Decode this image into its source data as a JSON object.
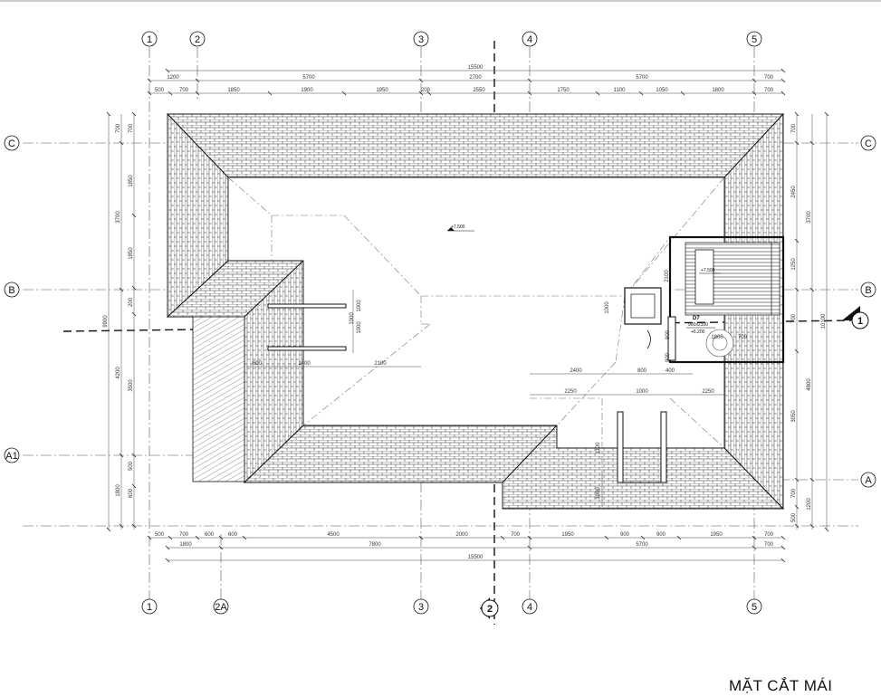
{
  "title": "MẶT CẮT MÁI",
  "grid_top": [
    "1",
    "2",
    "3",
    "4",
    "5"
  ],
  "grid_bottom": [
    "1",
    "2A",
    "3",
    "4",
    "5"
  ],
  "grid_left": [
    "C",
    "B",
    "A1"
  ],
  "grid_right": [
    "C",
    "B",
    "A"
  ],
  "section_marks": [
    "1",
    "2"
  ],
  "dims_top": {
    "overall": "15500",
    "row2": [
      "1200",
      "5700",
      "2700",
      "5700",
      "700"
    ],
    "row3": [
      "500",
      "700",
      "1850",
      "1900",
      "1950",
      "200",
      "2550",
      "1750",
      "1100",
      "1050",
      "1800",
      "700"
    ]
  },
  "dims_bottom": {
    "row1": [
      "500",
      "700",
      "600",
      "600",
      "4500",
      "2000",
      "700",
      "1950",
      "900",
      "900",
      "1950",
      "700"
    ],
    "row2": [
      "1800",
      "7800",
      "5700",
      "700"
    ],
    "overall": "15500"
  },
  "dims_left": {
    "outer": "9900",
    "mid": [
      "3700",
      "4200",
      "1800"
    ],
    "inner": [
      "700",
      "1850",
      "1850",
      "200",
      "3500",
      "500",
      "600"
    ],
    "misc": [
      "700"
    ]
  },
  "dims_right": {
    "outer": "10100",
    "mid": [
      "3700",
      "4800",
      "1200"
    ],
    "inner": [
      "700",
      "2450",
      "1250",
      "700",
      "3050",
      "700",
      "500"
    ]
  },
  "dims_inner": [
    "600",
    "1400",
    "2100",
    "2400",
    "800",
    "400",
    "2250",
    "1000",
    "2250",
    "1800",
    "700",
    "2100",
    "1000",
    "1000",
    "1100",
    "900",
    "1000",
    "900",
    "1000",
    "1000"
  ],
  "levels": [
    "+7.500",
    "+7.500",
    "+6.200"
  ],
  "door_tag": "D7",
  "door_size": "900x2100",
  "colors": {
    "line": "#111111",
    "dim": "#444444",
    "hatch": "#333333"
  }
}
